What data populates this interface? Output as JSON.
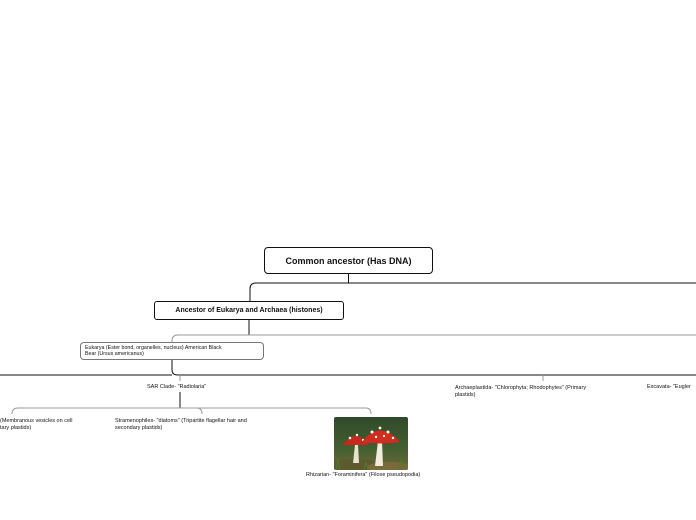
{
  "root": {
    "label": "Common ancestor (Has DNA)"
  },
  "level2": {
    "label": "Ancestor of Eukarya and Archaea (histones)"
  },
  "level3": {
    "line1": "Eukarya (Ester bond, organelles, nucleus) American Black",
    "line2": "Bear (Ursus americanus)"
  },
  "level4": {
    "sar": "SAR Clade- \"Radiolaria\"",
    "archaeplastida_line1": "Archaeplastida- \"Chlorophyta; Rhodophytes\" (Primary",
    "archaeplastida_line2": "plastids)",
    "excavata": "Excavata- \"Eugler"
  },
  "level5": {
    "alveolata_line1": "(Membranous vesicles on cell",
    "alveolata_line2": "tary plastids)",
    "stramenopiles_line1": "Stramenophiles- \"diatoms\" (Tripartite flagellar hair and",
    "stramenopiles_line2": "secondary plastids)",
    "rhizarian": "Rhizarian- \"Foraminifera\" (Filose pseudopodia)"
  },
  "image": {
    "subject": "red-capped mushrooms with white spots (Amanita)",
    "icon": "mushroom-photo"
  },
  "colors": {
    "line": "#111111",
    "faint_line": "#999999"
  }
}
